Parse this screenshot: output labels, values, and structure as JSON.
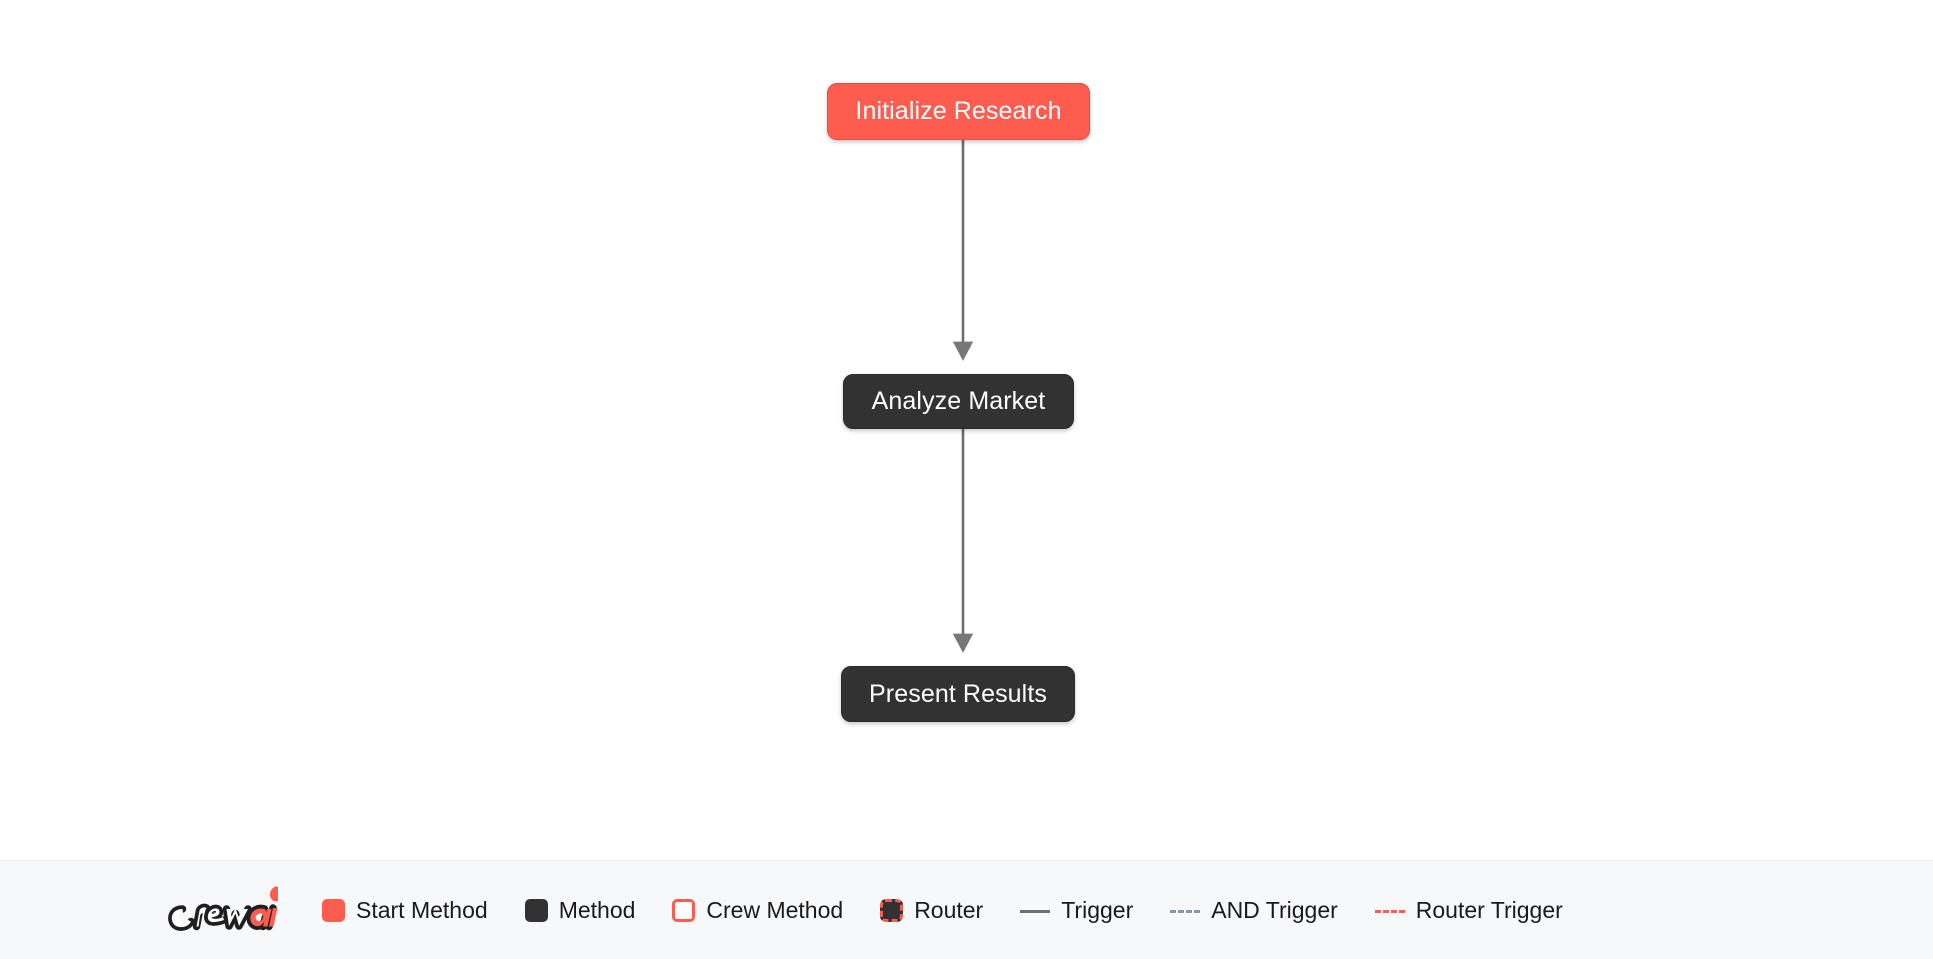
{
  "canvas": {
    "background": "#ffffff",
    "nodes": [
      {
        "id": "initialize-research",
        "label": "Initialize Research",
        "type": "start-method",
        "color": "#FF5C50",
        "text_color": "#ffffff"
      },
      {
        "id": "analyze-market",
        "label": "Analyze Market",
        "type": "method",
        "color": "#323232",
        "text_color": "#ffffff"
      },
      {
        "id": "present-results",
        "label": "Present Results",
        "type": "method",
        "color": "#323232",
        "text_color": "#ffffff"
      }
    ],
    "edges": [
      {
        "id": "edge-initialize-to-analyze",
        "from": "initialize-research",
        "to": "analyze-market",
        "style": "trigger",
        "color": "#6e6e6e"
      },
      {
        "id": "edge-analyze-to-present",
        "from": "analyze-market",
        "to": "present-results",
        "style": "trigger",
        "color": "#6e6e6e"
      }
    ]
  },
  "legend": {
    "background": "#F7F8FA",
    "logo": {
      "name": "crewai-logo",
      "text_primary": "crew",
      "text_accent": "ai",
      "accent_color": "#FF5C50"
    },
    "items": [
      {
        "name": "start-method",
        "label": "Start Method",
        "marker": "filled-square",
        "color": "#FF5C50"
      },
      {
        "name": "method",
        "label": "Method",
        "marker": "filled-square",
        "color": "#323232"
      },
      {
        "name": "crew-method",
        "label": "Crew Method",
        "marker": "outlined-square",
        "color": "#FF5C50"
      },
      {
        "name": "router",
        "label": "Router",
        "marker": "dashed-square",
        "color": "#323232"
      },
      {
        "name": "trigger",
        "label": "Trigger",
        "marker": "solid-line",
        "color": "#6e6e6e"
      },
      {
        "name": "and-trigger",
        "label": "AND Trigger",
        "marker": "dashed-line",
        "color": "#8c949c"
      },
      {
        "name": "router-trigger",
        "label": "Router Trigger",
        "marker": "dashed-line",
        "color": "#FF5C50"
      }
    ]
  }
}
